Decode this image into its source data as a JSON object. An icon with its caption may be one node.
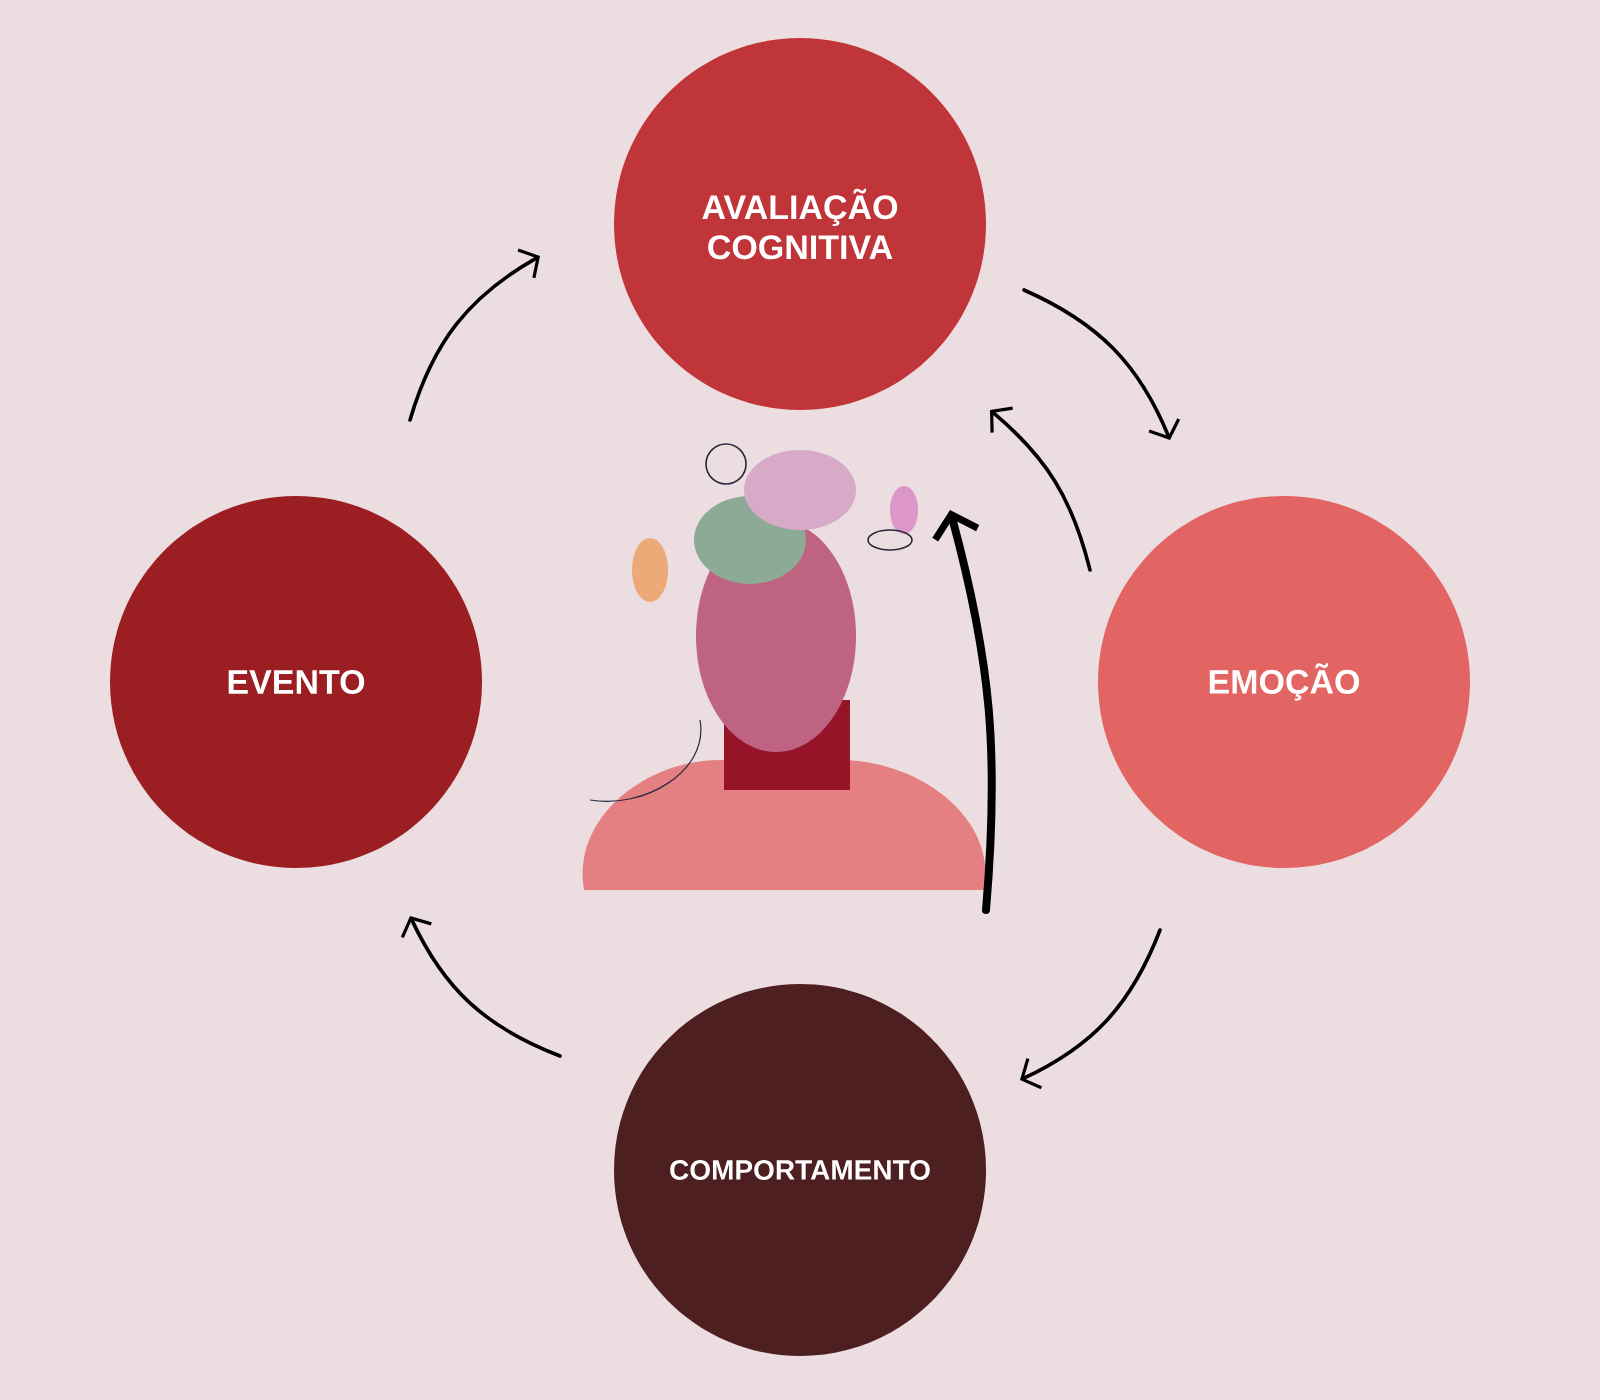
{
  "diagram": {
    "nodes": [
      {
        "text": [
          "AVALIAÇÃO COGNITIVA"
        ]
      },
      {
        "text": [
          "EMOÇÃO"
        ]
      },
      {
        "text": [
          "COMPORTAMENTO"
        ]
      },
      {
        "text": [
          "EVENTO"
        ]
      }
    ],
    "edges": [
      {
        "from": 3,
        "to": 0,
        "arrow": "to"
      },
      {
        "from": 0,
        "to": 1,
        "arrow": "to"
      },
      {
        "from": 1,
        "to": 2,
        "arrow": "to"
      },
      {
        "from": 2,
        "to": 3,
        "arrow": "to"
      },
      {
        "from": 1,
        "to": 0,
        "arrow": "to"
      },
      {
        "from": null,
        "to": 0,
        "arrow": "to",
        "style": "thick"
      }
    ]
  }
}
